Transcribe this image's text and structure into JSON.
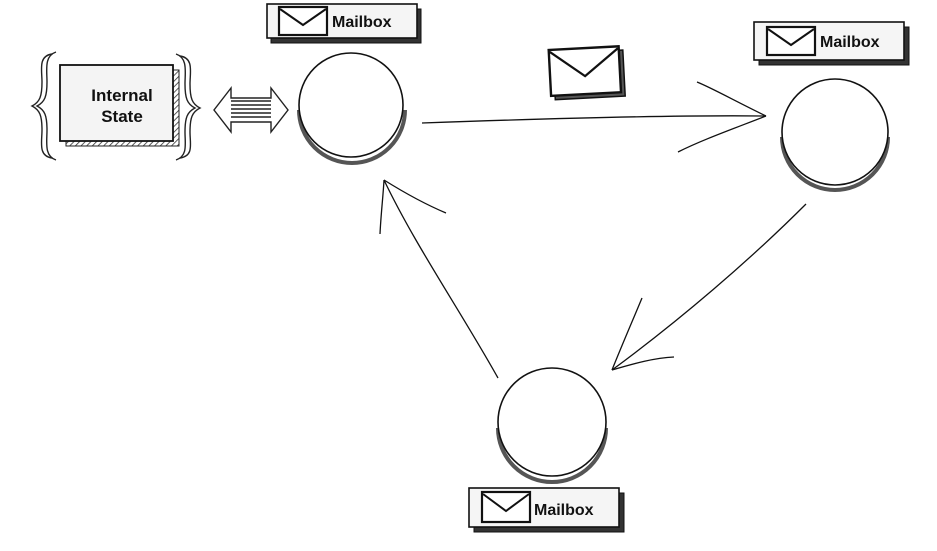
{
  "diagram": {
    "internal_state": {
      "line1": "Internal",
      "line2": "State"
    },
    "mailboxes": [
      {
        "label": "Mailbox"
      },
      {
        "label": "Mailbox"
      },
      {
        "label": "Mailbox"
      }
    ]
  },
  "colors": {
    "ink": "#111111",
    "shadow": "#555555",
    "box_face": "#f4f4f4",
    "background": "#ffffff"
  },
  "icons": [
    "envelope-icon",
    "double-arrow-icon",
    "curly-brace-icon"
  ]
}
